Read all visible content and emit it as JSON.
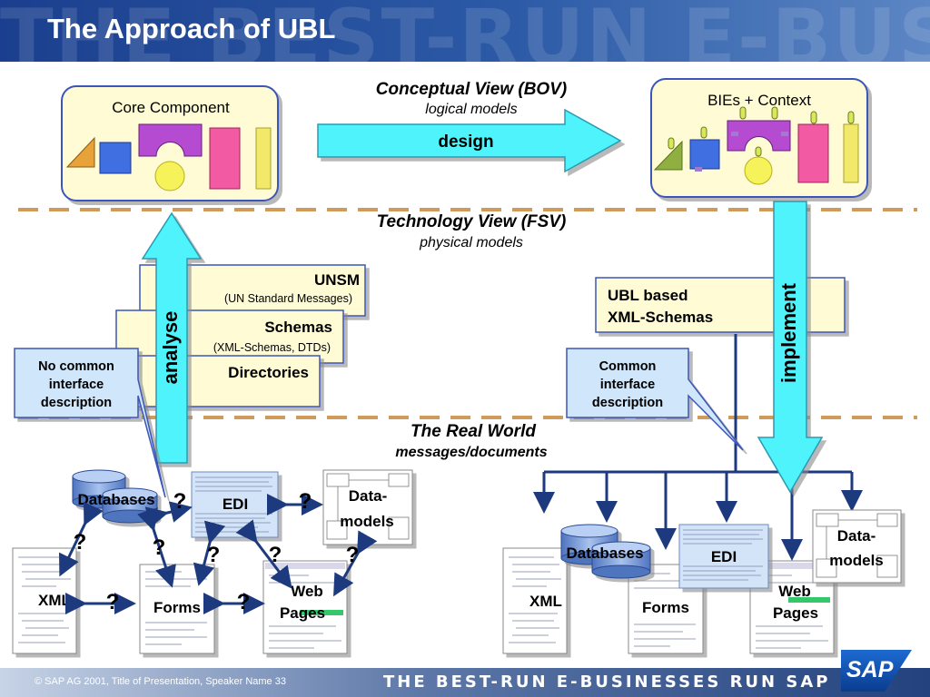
{
  "header": {
    "title": "The Approach of UBL",
    "watermark": "THE BEST-RUN E-BUSINESSES"
  },
  "footer": {
    "copyright": "©  SAP AG 2001, Title of Presentation, Speaker Name  33",
    "slogan": "THE BEST-RUN E-BUSINESSES RUN SAP",
    "logo": "SAP"
  },
  "top_section": {
    "core_component": "Core Component",
    "conceptual_view": "Conceptual View (BOV)",
    "logical_models": "logical models",
    "design": "design",
    "bies_context": "BIEs + Context"
  },
  "technology": {
    "technology_view": "Technology View (FSV)",
    "physical_models": "physical models",
    "unsm": "UNSM",
    "unsm_sub": "(UN Standard Messages)",
    "schemas": "Schemas",
    "schemas_sub": "(XML-Schemas, DTDs)",
    "directories": "Directories",
    "analyse": "analyse",
    "implement": "implement",
    "ubl_line1": "UBL based",
    "ubl_line2": "XML-Schemas"
  },
  "callouts": {
    "no_common": [
      "No common",
      "interface",
      "description"
    ],
    "common": [
      "Common",
      "interface",
      "description"
    ]
  },
  "real_world": {
    "title": "The Real World",
    "subtitle": "messages/documents"
  },
  "left_cluster": {
    "databases": "Databases",
    "edi": "EDI",
    "data_models": [
      "Data-",
      "models"
    ],
    "xml": "XML",
    "forms": "Forms",
    "web_pages": [
      "Web",
      "Pages"
    ],
    "question_mark": "?"
  },
  "right_cluster": {
    "databases": "Databases",
    "edi": "EDI",
    "data_models": [
      "Data-",
      "models"
    ],
    "xml": "XML",
    "forms": "Forms",
    "web_pages": [
      "Web",
      "Pages"
    ]
  },
  "colors": {
    "header_blue": "#1b3f8e",
    "box_fill": "#fffbd4",
    "arrow_cyan": "#4ff3fb",
    "callout_fill": "#cfe6fb",
    "separator": "#cf9a5a",
    "connector": "#1d3a7f"
  }
}
